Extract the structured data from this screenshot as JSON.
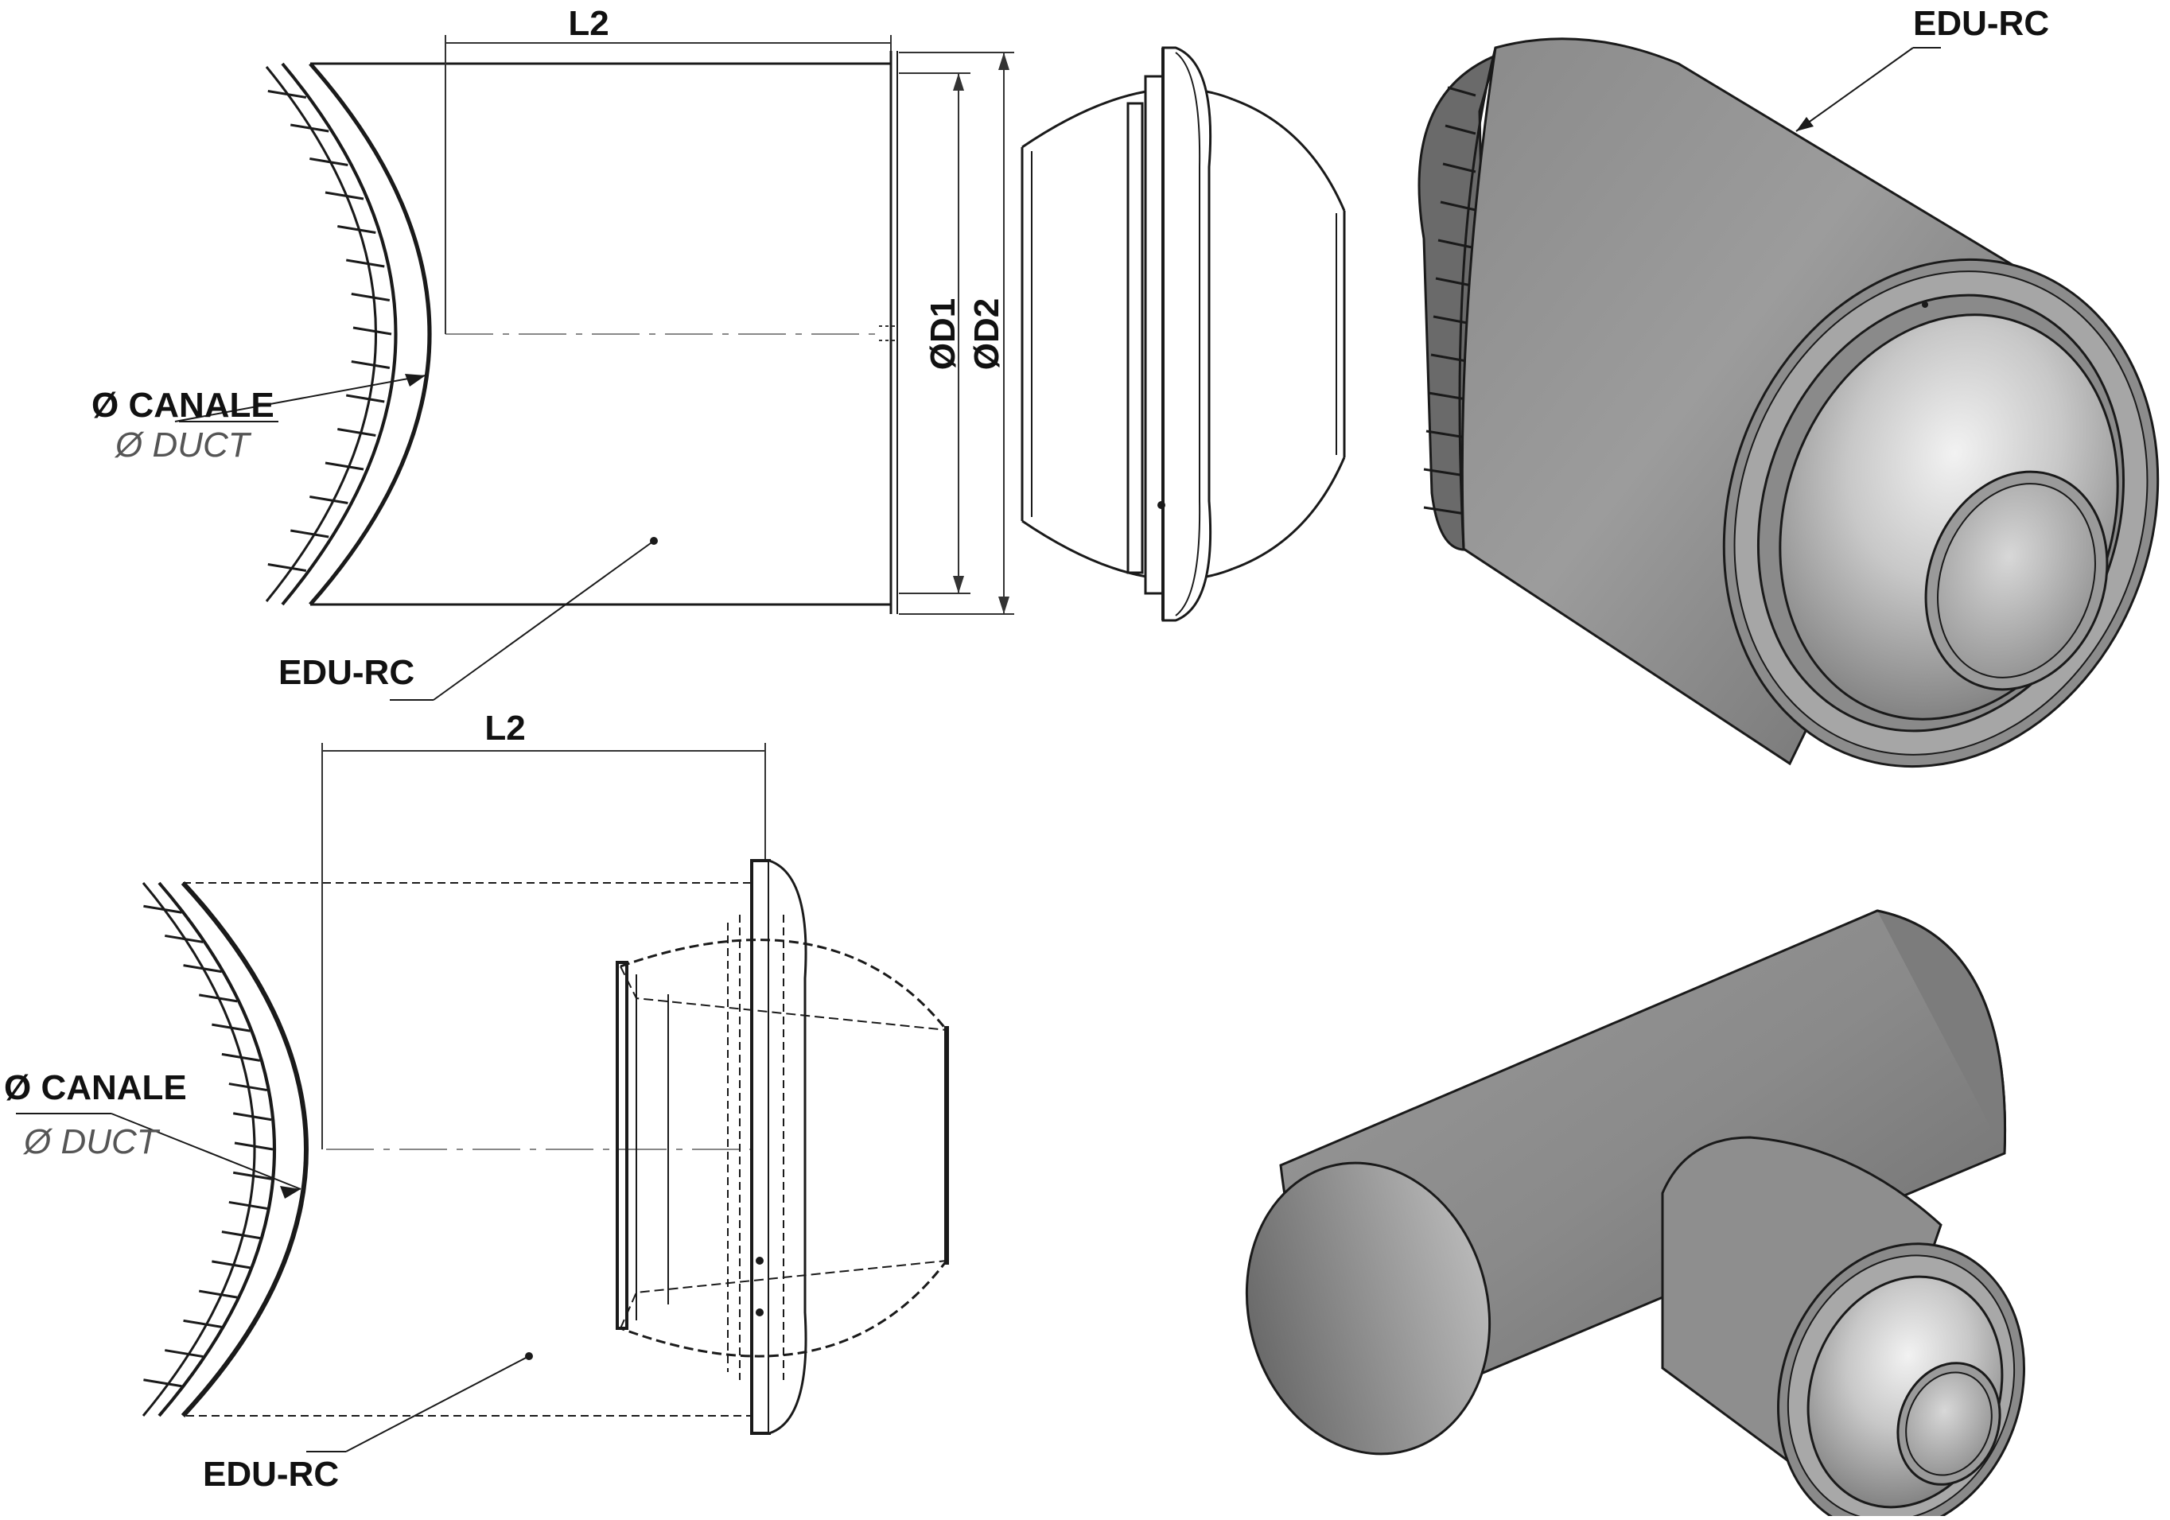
{
  "labels": {
    "top_l2": "L2",
    "top_d1": "ØD1",
    "top_d2": "ØD2",
    "top_canale": "Ø CANALE",
    "top_duct": "Ø DUCT",
    "top_edurc": "EDU-RC",
    "iso_edurc": "EDU-RC",
    "bottom_l2": "L2",
    "bottom_canale": "Ø CANALE",
    "bottom_duct": "Ø DUCT",
    "bottom_edurc": "EDU-RC"
  },
  "colors": {
    "line": "#1a1a1a",
    "dim": "#333333",
    "body_light": "#b4b4b4",
    "body_dark": "#6e6e6e"
  }
}
